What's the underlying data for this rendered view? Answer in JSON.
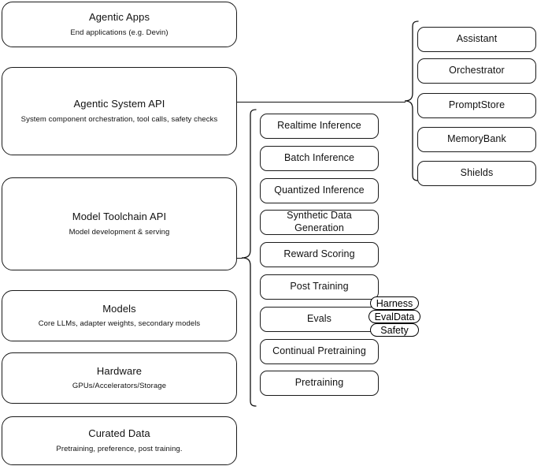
{
  "diagram": {
    "title": "AI stack layers and capabilities",
    "accent_color": "#1a1a1a",
    "background_color": "#ffffff"
  },
  "layers": [
    {
      "name": "agentic-apps",
      "title": "Agentic Apps",
      "subtitle": "End applications (e.g. Devin)"
    },
    {
      "name": "agentic-system-api",
      "title": "Agentic System API",
      "subtitle": "System component orchestration, tool calls, safety checks"
    },
    {
      "name": "model-toolchain-api",
      "title": "Model Toolchain API",
      "subtitle": "Model development & serving"
    },
    {
      "name": "models",
      "title": "Models",
      "subtitle": "Core LLMs, adapter weights, secondary models"
    },
    {
      "name": "hardware",
      "title": "Hardware",
      "subtitle": "GPUs/Accelerators/Storage"
    },
    {
      "name": "curated-data",
      "title": "Curated Data",
      "subtitle": "Pretraining, preference, post training."
    }
  ],
  "toolchain_capabilities": [
    {
      "name": "realtime-inference",
      "label": "Realtime Inference"
    },
    {
      "name": "batch-inference",
      "label": "Batch Inference"
    },
    {
      "name": "quantized-inference",
      "label": "Quantized Inference"
    },
    {
      "name": "synthetic-data-generation",
      "label": "Synthetic Data Generation"
    },
    {
      "name": "reward-scoring",
      "label": "Reward Scoring"
    },
    {
      "name": "post-training",
      "label": "Post Training"
    },
    {
      "name": "evals",
      "label": "Evals"
    },
    {
      "name": "continual-pretraining",
      "label": "Continual Pretraining"
    },
    {
      "name": "pretraining",
      "label": "Pretraining"
    }
  ],
  "evals_subcomponents": [
    {
      "name": "harness",
      "label": "Harness"
    },
    {
      "name": "evaldata",
      "label": "EvalData"
    },
    {
      "name": "safety",
      "label": "Safety"
    }
  ],
  "system_components": [
    {
      "name": "assistant",
      "label": "Assistant"
    },
    {
      "name": "orchestrator",
      "label": "Orchestrator"
    },
    {
      "name": "promptstore",
      "label": "PromptStore"
    },
    {
      "name": "memorybank",
      "label": "MemoryBank"
    },
    {
      "name": "shields",
      "label": "Shields"
    }
  ]
}
